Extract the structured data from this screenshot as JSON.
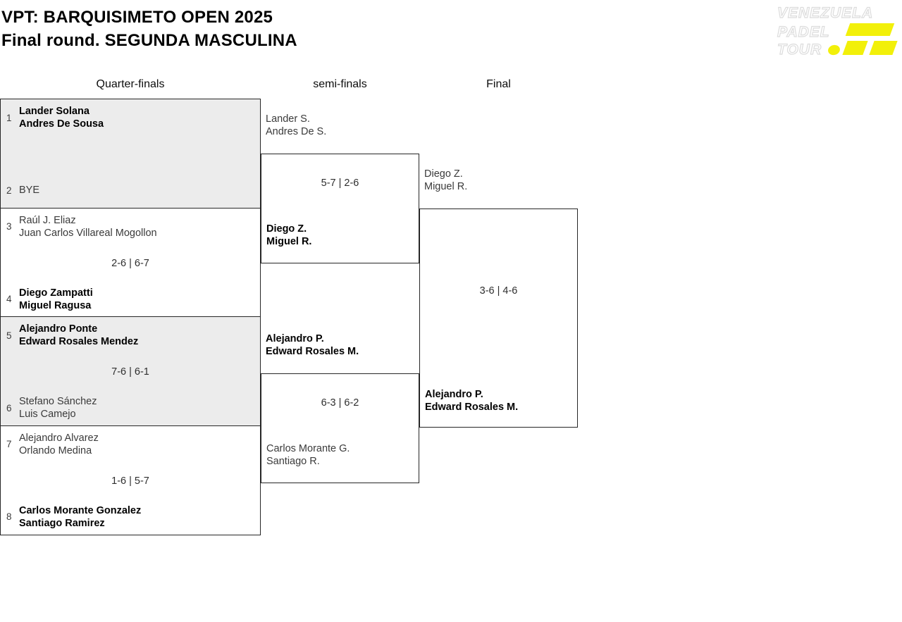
{
  "header": {
    "title": "VPT: BARQUISIMETO OPEN 2025",
    "subtitle": "Final round. SEGUNDA MASCULINA"
  },
  "logo": {
    "line1": "VENEZUELA",
    "line2": "PADEL",
    "line3": "TOUR",
    "accent_color": "#f2f00a"
  },
  "round_labels": {
    "quarterfinals": "Quarter-finals",
    "semifinals": "semi-finals",
    "final": "Final"
  },
  "quarterfinals": [
    {
      "seed_top": "1",
      "team_top": [
        "Lander Solana",
        "Andres De Sousa"
      ],
      "team_top_winner": true,
      "score": "",
      "seed_bottom": "2",
      "team_bottom": [
        "BYE"
      ],
      "team_bottom_winner": false
    },
    {
      "seed_top": "3",
      "team_top": [
        "Raúl J. Eliaz",
        "Juan Carlos Villareal Mogollon"
      ],
      "team_top_winner": false,
      "score": "2-6 | 6-7",
      "seed_bottom": "4",
      "team_bottom": [
        "Diego Zampatti",
        "Miguel Ragusa"
      ],
      "team_bottom_winner": true
    },
    {
      "seed_top": "5",
      "team_top": [
        "Alejandro Ponte",
        "Edward Rosales Mendez"
      ],
      "team_top_winner": true,
      "score": "7-6 | 6-1",
      "seed_bottom": "6",
      "team_bottom": [
        "Stefano Sánchez",
        "Luis Camejo"
      ],
      "team_bottom_winner": false
    },
    {
      "seed_top": "7",
      "team_top": [
        "Alejandro Alvarez",
        "Orlando Medina"
      ],
      "team_top_winner": false,
      "score": "1-6 | 5-7",
      "seed_bottom": "8",
      "team_bottom": [
        "Carlos Morante Gonzalez",
        "Santiago Ramirez"
      ],
      "team_bottom_winner": true
    }
  ],
  "semifinals": [
    {
      "team_top": [
        "Lander S.",
        "Andres De S."
      ],
      "team_top_winner": false,
      "score": "5-7 | 2-6",
      "team_bottom": [
        "Diego Z.",
        "Miguel R."
      ],
      "team_bottom_winner": true
    },
    {
      "team_top": [
        "Alejandro P.",
        "Edward Rosales M."
      ],
      "team_top_winner": true,
      "score": "6-3 | 6-2",
      "team_bottom": [
        "Carlos Morante G.",
        "Santiago R."
      ],
      "team_bottom_winner": false
    }
  ],
  "final": {
    "team_top": [
      "Diego Z.",
      "Miguel R."
    ],
    "team_top_winner": false,
    "score": "3-6 | 4-6",
    "team_bottom": [
      "Alejandro P.",
      "Edward Rosales M."
    ],
    "team_bottom_winner": true
  }
}
